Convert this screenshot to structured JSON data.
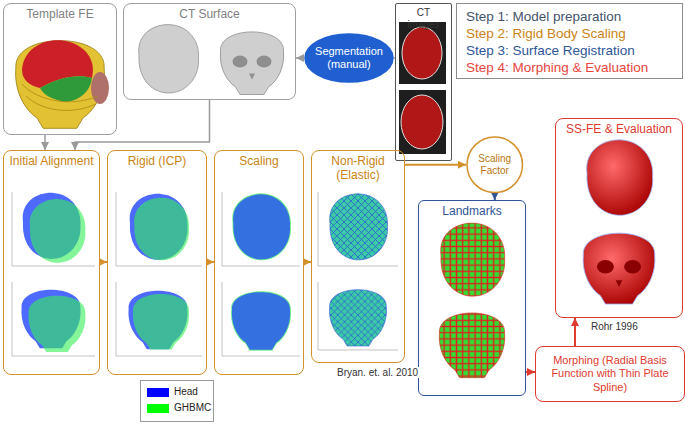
{
  "diagram": {
    "nodes": [
      {
        "text": [
          "Template FE"
        ]
      },
      {
        "text": [
          "CT Surface"
        ]
      },
      {
        "text": [
          "Segmentation (manual)"
        ]
      },
      {
        "text": [
          "CT images"
        ]
      },
      {
        "text": [
          "Initial Alignment"
        ]
      },
      {
        "text": [
          "Rigid (ICP)"
        ]
      },
      {
        "text": [
          "Scaling"
        ]
      },
      {
        "text": [
          "Non-Rigid (Elastic)"
        ]
      },
      {
        "text": [
          "Scaling Factor"
        ]
      },
      {
        "text": [
          "SS-FE & Evaluation"
        ]
      },
      {
        "text": [
          "Landmarks"
        ]
      },
      {
        "text": [
          "Morphing (Radial Basis Function with Thin Plate Spline)"
        ]
      }
    ],
    "edges": [
      {
        "from": 0,
        "to": 4,
        "arrow": "to"
      },
      {
        "from": 1,
        "to": 4,
        "arrow": "to"
      },
      {
        "from": 2,
        "to": 1,
        "arrow": "to"
      },
      {
        "from": 3,
        "to": 2,
        "arrow": "none"
      },
      {
        "from": 4,
        "to": 5,
        "arrow": "to"
      },
      {
        "from": 5,
        "to": 6,
        "arrow": "to"
      },
      {
        "from": 6,
        "to": 7,
        "arrow": "to"
      },
      {
        "from": 7,
        "to": 8,
        "arrow": "to"
      },
      {
        "from": 8,
        "to": 10,
        "arrow": "to"
      },
      {
        "from": 10,
        "to": 11,
        "arrow": "to"
      },
      {
        "from": 11,
        "to": 9,
        "arrow": "to"
      }
    ],
    "labels": [
      "Rohr 1996",
      "Bryan. et. al. 2010"
    ],
    "legend": [
      {
        "text": "Step 1: Model preparation"
      },
      {
        "text": "Step 2: Rigid Body Scaling"
      },
      {
        "text": "Step 3: Surface Registration"
      },
      {
        "text": "Step 4: Morphing & Evaluation"
      },
      {
        "text": "Head",
        "color": "#0000ff"
      },
      {
        "text": "GHBMC",
        "color": "#00ff00"
      }
    ]
  }
}
